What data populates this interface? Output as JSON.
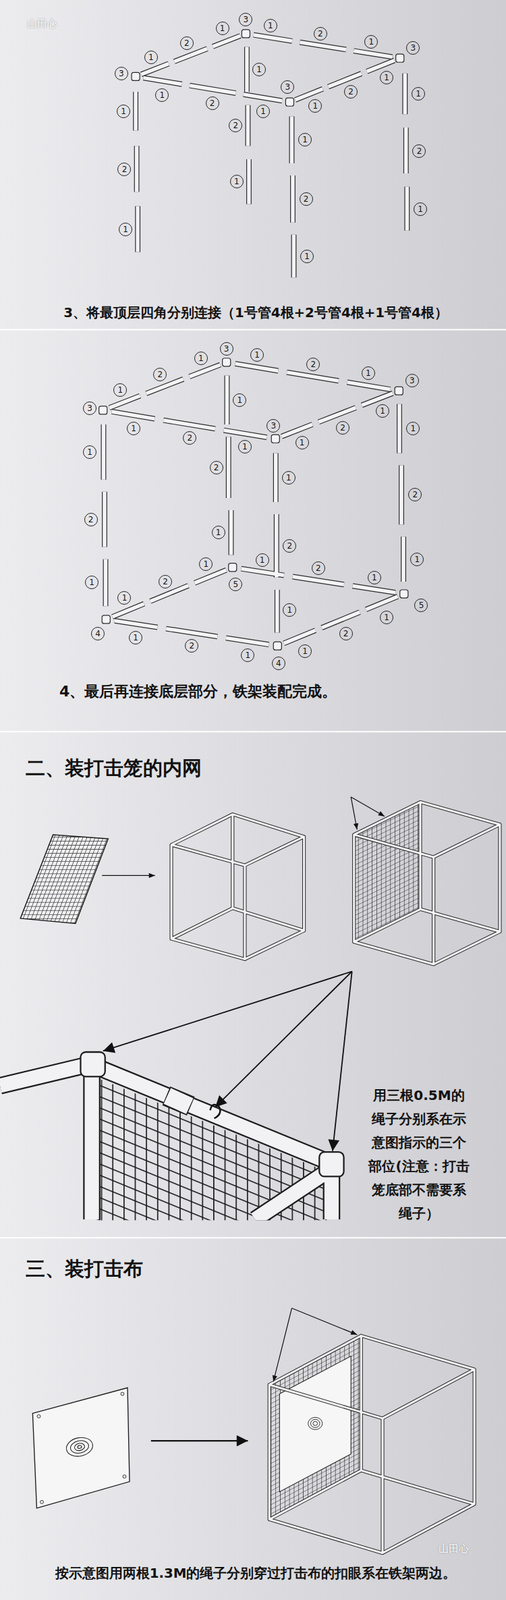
{
  "diagram": {
    "labels": [
      "山田心",
      "3",
      "1",
      "2",
      "1",
      "3",
      "1",
      "2",
      "1",
      "3",
      "1",
      "2",
      "1",
      "3",
      "1",
      "2",
      "1",
      "1",
      "2",
      "1",
      "1",
      "2",
      "1",
      "1",
      "2",
      "1",
      "1",
      "2",
      "1",
      "3、将最顶层四角分别连接（1号管4根+2号管4根+1号管4根）",
      "3",
      "1",
      "2",
      "1",
      "3",
      "1",
      "2",
      "1",
      "3",
      "1",
      "2",
      "1",
      "3",
      "1",
      "2",
      "1",
      "1",
      "2",
      "1",
      "1",
      "2",
      "1",
      "1",
      "2",
      "1",
      "1",
      "2",
      "1",
      "1",
      "2",
      "1",
      "4",
      "1",
      "2",
      "1",
      "5",
      "1",
      "2",
      "1",
      "5",
      "1",
      "2",
      "1",
      "4",
      "4、最后再连接底层部分，铁架装配完成。",
      "二、装打击笼的内网",
      "用三根0.5M的绳子分别系在示意图指示的三个部位(注意：打击笼底部不需要系绳子）",
      "三、装打击布",
      "按示意图用两根1.3M的绳子分别穿过打击布的扣眼系在铁架两边。",
      "山田心"
    ]
  }
}
